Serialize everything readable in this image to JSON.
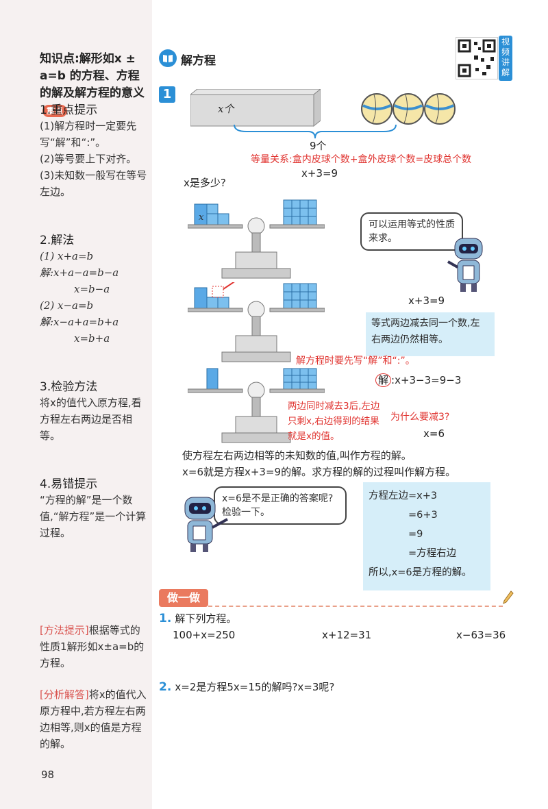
{
  "sidebar": {
    "kp_title": "知识点:解形如x ± a=b 的方程、方程的解及解方程的意义",
    "kp_badge": "重点",
    "s1_head": "1.重点提示",
    "s1_lines": [
      "(1)解方程时一定要先写“解”和“:”。",
      "(2)等号要上下对齐。",
      "(3)未知数一般写在等号左边。"
    ],
    "s2_head": "2.解法",
    "s2_lines": [
      "(1)    x+a=b",
      "解:x+a−a=b−a",
      "x=b−a",
      "(2)    x−a=b",
      "解:x−a+a=b+a",
      "x=b+a"
    ],
    "s3_head": "3.检验方法",
    "s3_text": "将x的值代入原方程,看方程左右两边是否相等。",
    "s4_head": "4.易错提示",
    "s4_text": "“方程的解”是一个数值,“解方程”是一个计算过程。",
    "tip1_label": "[方法提示]",
    "tip1_text": "根据等式的性质1解形如x±a=b的方程。",
    "tip2_label": "[分析解答]",
    "tip2_text": "将x的值代入原方程中,若方程左右两边相等,则x的值是方程的解。",
    "page_number": "98"
  },
  "header": {
    "title": "解方程",
    "qr_label": "视频讲解",
    "example_number": "1"
  },
  "example": {
    "box_label": "x个",
    "brace_label": "9个",
    "relation": "等量关系:盒内皮球个数+盒外皮球个数=皮球总个数",
    "equation": "x+3=9",
    "question": "x是多少?",
    "bubble_top": "可以运用等式的性质来求。",
    "eq_right": "x+3=9",
    "panel_text": "等式两边减去同一个数,左右两边仍然相等。",
    "note_jie": "解方程时要先写“解”和“:”。",
    "solve_prefix": "解",
    "solve_rest": ":x+3−3=9−3",
    "note_both": "两边同时减去3后,左边只剩x,右边得到的结果就是x的值。",
    "why3": "为什么要减3?",
    "result": "x=6",
    "definition1": "使方程左右两边相等的未知数的值,叫作方程的解。",
    "definition2": "x=6就是方程x+3=9的解。求方程的解的过程叫作解方程。",
    "bubble_bottom": "x=6是不是正确的答案呢?检验一下。",
    "check_lines": [
      "方程左边=x+3",
      "=6+3",
      "=9",
      "=方程右边",
      "所以,x=6是方程的解。"
    ]
  },
  "homework": {
    "banner": "做一做",
    "q1_num": "1.",
    "q1_text": "解下列方程。",
    "q1_items": [
      "100+x=250",
      "x+12=31",
      "x−63=36"
    ],
    "q2_num": "2.",
    "q2_text": "x=2是方程5x=15的解吗?x=3呢?"
  },
  "colors": {
    "accent_blue": "#2b8fd6",
    "note_red": "#e0322e",
    "panel_blue": "#d6eef9",
    "banner_orange": "#ea7a5f",
    "sidebar_pink": "#f6f1f1"
  }
}
